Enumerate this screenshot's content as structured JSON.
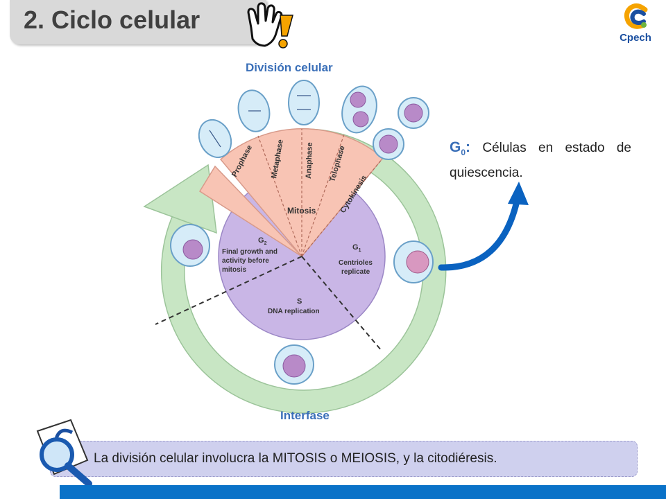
{
  "header": {
    "title": "2. Ciclo celular"
  },
  "logo": {
    "text": "Cpech",
    "icon": "cpech-logo-icon"
  },
  "diagram": {
    "label_top": "División celular",
    "label_bottom": "Interfase",
    "phases": [
      "Prophase",
      "Metaphase",
      "Anaphase",
      "Telophase",
      "Cytokinesis"
    ],
    "mitosis_label": "Mitosis",
    "g2_title": "G",
    "g2_sub": "2",
    "g2_text": [
      "Final growth and",
      "activity before",
      "mitosis"
    ],
    "g1_title": "G",
    "g1_sub": "1",
    "g1_text": [
      "Centrioles",
      "replicate"
    ],
    "s_title": "S",
    "s_text": "DNA replication"
  },
  "g0_note": {
    "label": "G",
    "label_sub": "0",
    "colon": ":",
    "text": " Células en estado de quiescencia."
  },
  "footer_note": {
    "text": "La división celular involucra la MITOSIS o MEIOSIS, y la citodiéresis."
  },
  "colors": {
    "accent_blue": "#0a72c8",
    "label_blue": "#3a6fb8",
    "ring_green": "#c8e6c4",
    "interphase_purple": "#c9b6e6",
    "mitosis_pink": "#f8c4b4",
    "note_box": "#cfd0ee"
  }
}
